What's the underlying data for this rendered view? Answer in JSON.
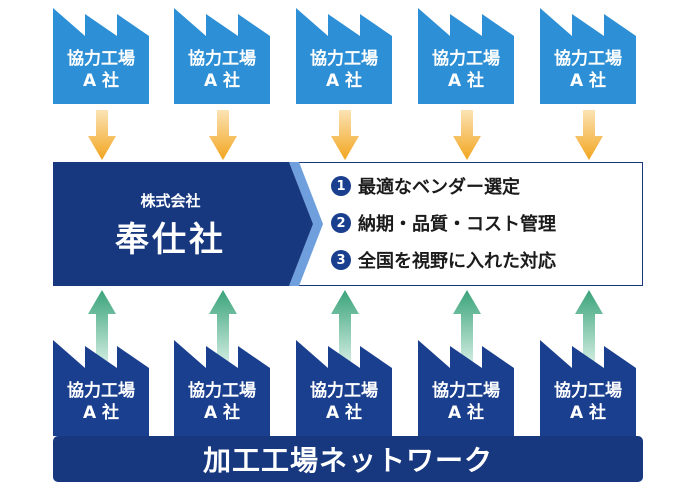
{
  "top_factories": [
    {
      "name": "協力工場",
      "company": "A 社"
    },
    {
      "name": "協力工場",
      "company": "A 社"
    },
    {
      "name": "協力工場",
      "company": "A 社"
    },
    {
      "name": "協力工場",
      "company": "A 社"
    },
    {
      "name": "協力工場",
      "company": "A 社"
    }
  ],
  "bottom_factories": [
    {
      "name": "協力工場",
      "company": "A 社"
    },
    {
      "name": "協力工場",
      "company": "A 社"
    },
    {
      "name": "協力工場",
      "company": "A 社"
    },
    {
      "name": "協力工場",
      "company": "A 社"
    },
    {
      "name": "協力工場",
      "company": "A 社"
    }
  ],
  "company": {
    "type": "株式会社",
    "name": "奉仕社"
  },
  "points": [
    {
      "number": "1",
      "text": "最適なベンダー選定"
    },
    {
      "number": "2",
      "text": "納期・品質・コスト管理"
    },
    {
      "number": "3",
      "text": "全国を視野に入れた対応"
    }
  ],
  "footer": {
    "label": "加工工場ネットワーク"
  },
  "colors": {
    "top_factory": "#2d8fd5",
    "bottom_factory": "#1a3f8e",
    "company_panel": "#17377f",
    "chevron_light": "#6f9fdc",
    "top_arrow": "#f2a51f",
    "bottom_arrow": "#3aa37a"
  }
}
